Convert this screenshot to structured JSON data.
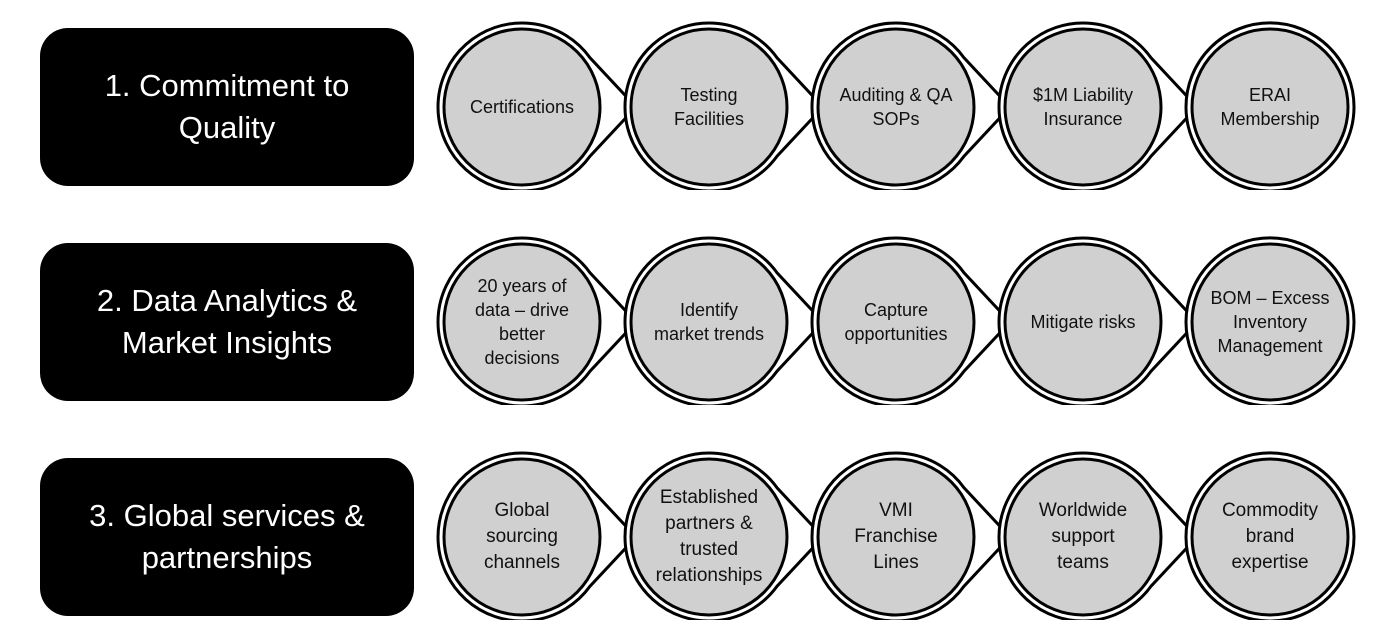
{
  "rows": [
    {
      "title": "1. Commitment to\nQuality",
      "items": [
        "Certifications",
        "Testing\nFacilities",
        "Auditing & QA\nSOPs",
        "$1M Liability\nInsurance",
        "ERAI\nMembership"
      ]
    },
    {
      "title": "2. Data Analytics &\nMarket Insights",
      "items": [
        "20 years of\ndata – drive\nbetter\ndecisions",
        "Identify\nmarket trends",
        "Capture\nopportunities",
        "Mitigate risks",
        "BOM – Excess\nInventory\nManagement"
      ]
    },
    {
      "title": "3. Global services &\npartnerships",
      "items": [
        "Global\nsourcing\nchannels",
        "Established\npartners &\ntrusted\nrelationships",
        "VMI\nFranchise\nLines",
        "Worldwide\nsupport\nteams",
        "Commodity\nbrand\nexpertise"
      ]
    }
  ],
  "colors": {
    "label_bg": "#000000",
    "label_text": "#ffffff",
    "circle_fill": "#d0d0d0",
    "circle_stroke": "#000000",
    "arrow_fill": "#ffffff"
  }
}
